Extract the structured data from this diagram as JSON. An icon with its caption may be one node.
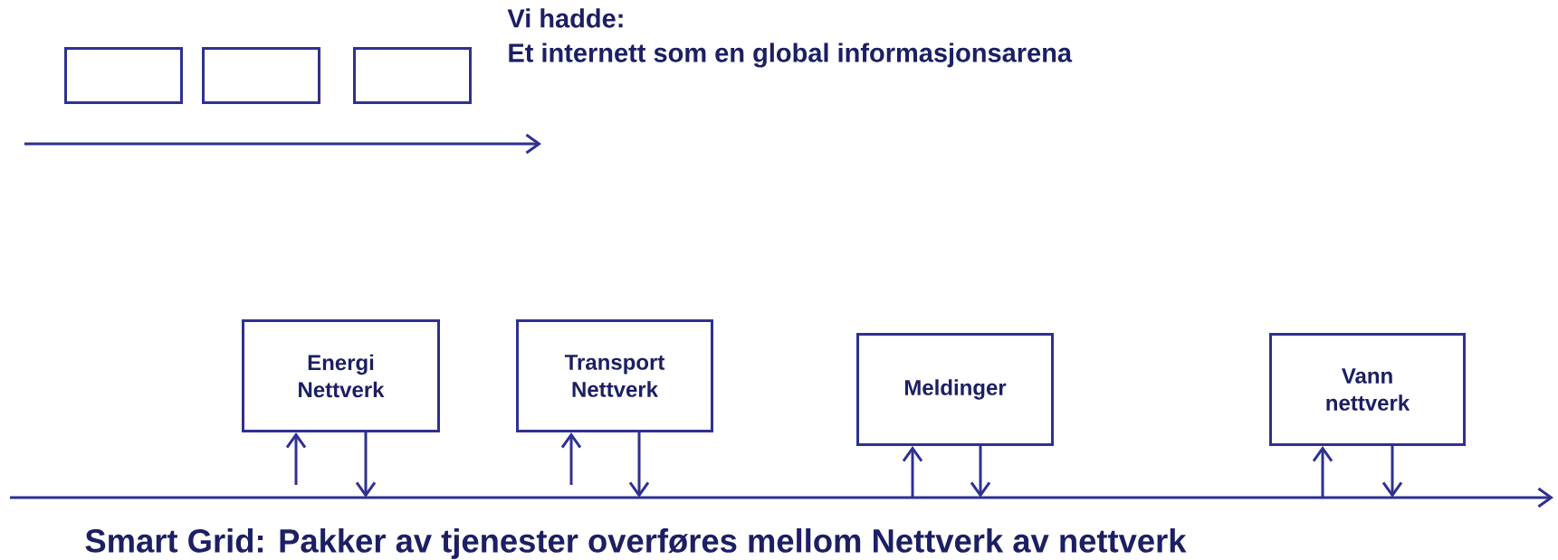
{
  "diagram": {
    "nodes": [
      {
        "text": [],
        "shape": "box"
      },
      {
        "text": [],
        "shape": "box"
      },
      {
        "text": [],
        "shape": "box"
      },
      {
        "text": [
          "Energi Nettverk"
        ]
      },
      {
        "text": [
          "Transport Nettverk"
        ]
      },
      {
        "text": [
          "Meldinger"
        ]
      },
      {
        "text": [
          "Vann nettverk"
        ]
      }
    ],
    "edges": [
      {
        "from": null,
        "to": 3,
        "arrow": "to"
      },
      {
        "from": 3,
        "to": null,
        "arrow": "to"
      },
      {
        "from": null,
        "to": 4,
        "arrow": "to"
      },
      {
        "from": 4,
        "to": null,
        "arrow": "to"
      },
      {
        "from": null,
        "to": 5,
        "arrow": "to"
      },
      {
        "from": 5,
        "to": null,
        "arrow": "to"
      },
      {
        "from": null,
        "to": 6,
        "arrow": "to"
      },
      {
        "from": 6,
        "to": null,
        "arrow": "to"
      }
    ],
    "labels": [
      "Vi hadde:",
      "Et internett som en global informasjonsarena",
      "Smart Grid: Pakker av tjenester overføres mellom Nettverk av nettverk"
    ]
  }
}
